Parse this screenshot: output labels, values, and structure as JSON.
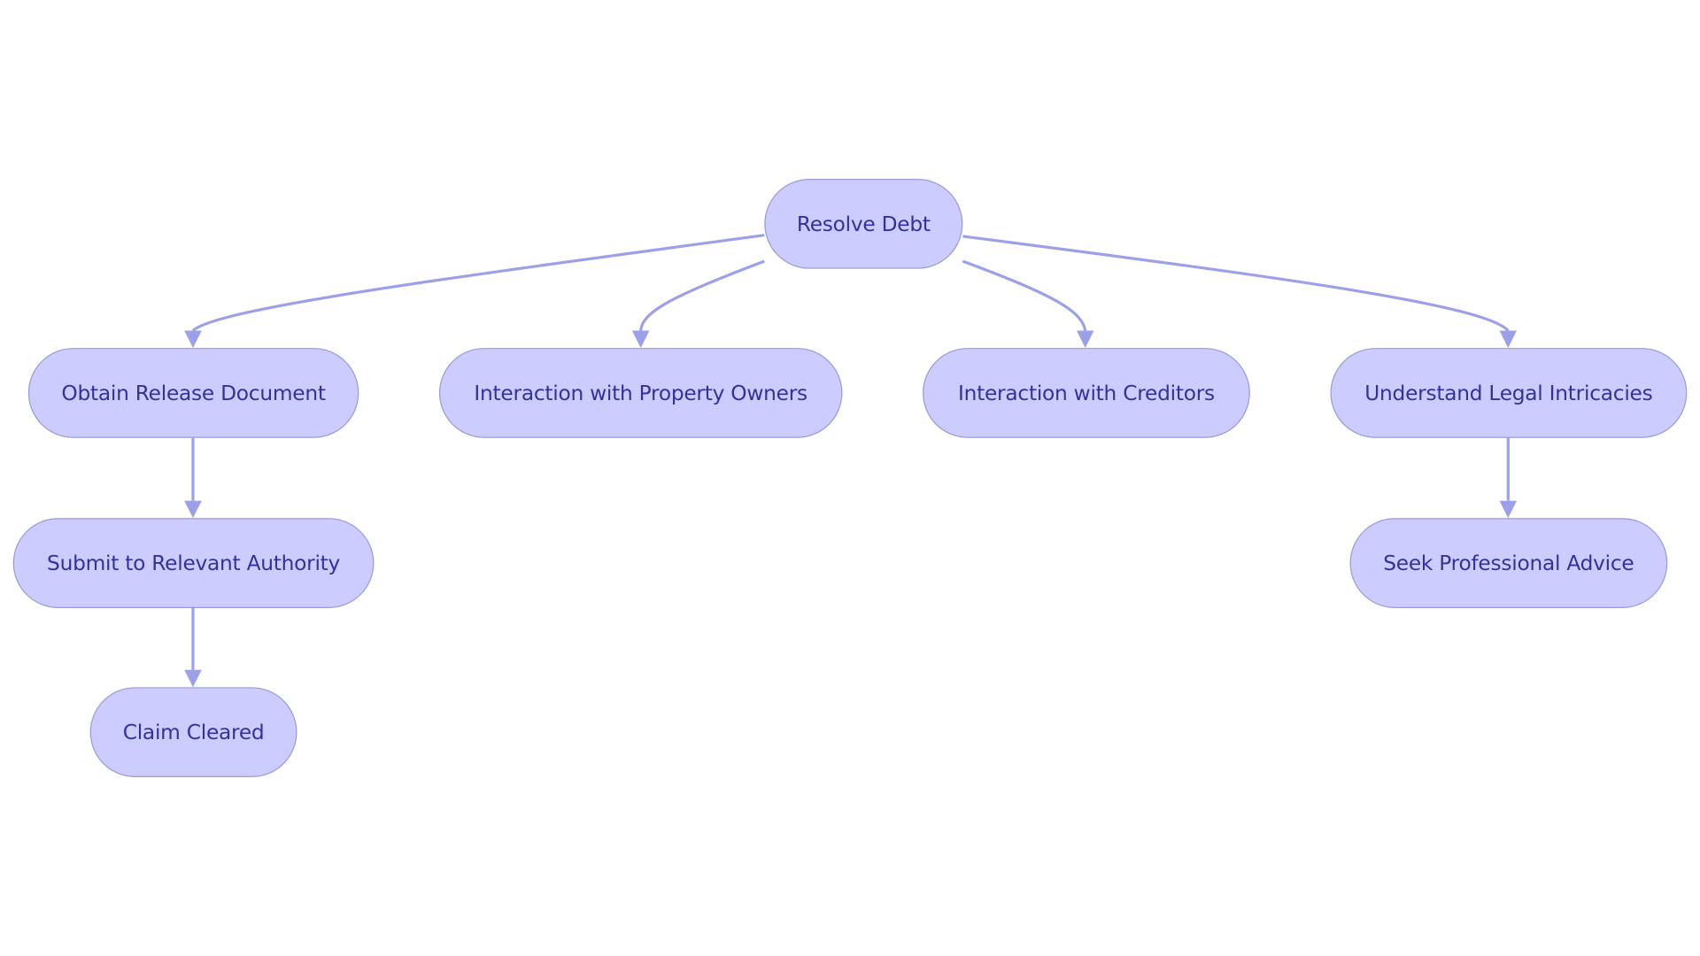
{
  "diagram": {
    "type": "flowchart",
    "colors": {
      "node_fill": "#ccccff",
      "node_border": "#9a9ad8",
      "node_text": "#32329f",
      "edge": "#9ca0e8"
    },
    "nodes": [
      {
        "id": "resolve",
        "label": "Resolve Debt"
      },
      {
        "id": "obtain",
        "label": "Obtain Release Document"
      },
      {
        "id": "owners",
        "label": "Interaction with Property Owners"
      },
      {
        "id": "creditors",
        "label": "Interaction with Creditors"
      },
      {
        "id": "legal",
        "label": "Understand Legal Intricacies"
      },
      {
        "id": "submit",
        "label": "Submit to Relevant Authority"
      },
      {
        "id": "advice",
        "label": "Seek Professional Advice"
      },
      {
        "id": "cleared",
        "label": "Claim Cleared"
      }
    ],
    "edges": [
      {
        "from": "resolve",
        "to": "obtain"
      },
      {
        "from": "resolve",
        "to": "owners"
      },
      {
        "from": "resolve",
        "to": "creditors"
      },
      {
        "from": "resolve",
        "to": "legal"
      },
      {
        "from": "obtain",
        "to": "submit"
      },
      {
        "from": "submit",
        "to": "cleared"
      },
      {
        "from": "legal",
        "to": "advice"
      }
    ]
  }
}
